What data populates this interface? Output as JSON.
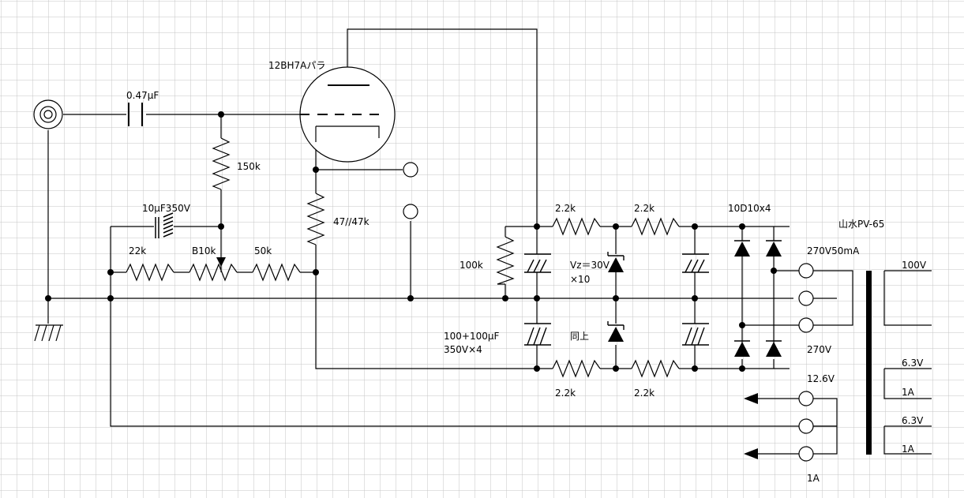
{
  "labels": {
    "tube": "12BH7Aパラ",
    "cap_in": "0.47μF",
    "r_150k": "150k",
    "cap_10u": "10μF350V",
    "r_47k": "47//47k",
    "r_22k": "22k",
    "pot_b10k": "B10k",
    "r_50k": "50k",
    "r_100k": "100k",
    "r_22k_top1": "2.2k",
    "r_22k_top2": "2.2k",
    "r_22k_bot1": "2.2k",
    "r_22k_bot2": "2.2k",
    "zener": "Vz＝30V",
    "zener_count": "×10",
    "zener_same": "同上",
    "caps_bank": "100+100μF",
    "caps_bank2": "350V×4",
    "diodes": "10D10x4",
    "transformer": "山水PV-65",
    "v_270_50ma": "270V50mA",
    "v_270": "270V",
    "v_12_6": "12.6V",
    "a_1": "1A",
    "prim_100v": "100V",
    "heater_1": "6.3V",
    "heater_1a": "1A",
    "heater_2": "6.3V",
    "heater_2a": "1A"
  }
}
